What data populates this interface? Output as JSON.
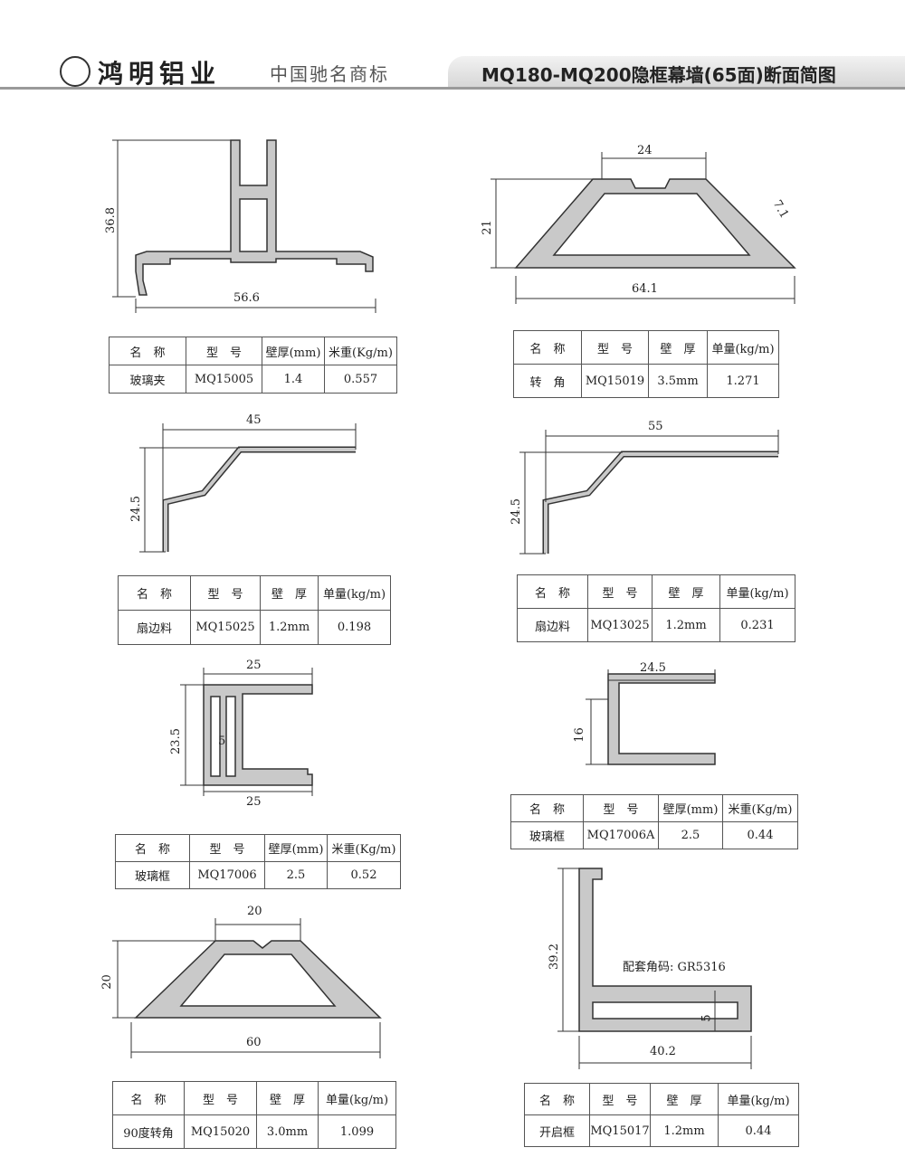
{
  "header": {
    "brand": "鸿明铝业",
    "slogan": "中国驰名商标",
    "title": "MQ180-MQ200隐框幕墙(65面)断面简图"
  },
  "profiles": [
    {
      "dims": [
        "36.8",
        "56.6"
      ],
      "table": {
        "headers": [
          "名　称",
          "型　号",
          "壁厚(mm)",
          "米重(Kg/m)"
        ],
        "row": [
          "玻璃夹",
          "MQ15005",
          "1.4",
          "0.557"
        ]
      }
    },
    {
      "dims": [
        "24",
        "21",
        "64.1",
        "7.1"
      ],
      "table": {
        "headers": [
          "名　称",
          "型　号",
          "壁　厚",
          "单量(kg/m)"
        ],
        "row": [
          "转　角",
          "MQ15019",
          "3.5mm",
          "1.271"
        ]
      }
    },
    {
      "dims": [
        "45",
        "24.5"
      ],
      "table": {
        "headers": [
          "名　称",
          "型　号",
          "壁　厚",
          "单量(kg/m)"
        ],
        "row": [
          "扇边料",
          "MQ15025",
          "1.2mm",
          "0.198"
        ]
      }
    },
    {
      "dims": [
        "55",
        "24.5"
      ],
      "table": {
        "headers": [
          "名　称",
          "型　号",
          "壁　厚",
          "单量(kg/m)"
        ],
        "row": [
          "扇边料",
          "MQ13025",
          "1.2mm",
          "0.231"
        ]
      }
    },
    {
      "dims": [
        "25",
        "23.5",
        "5",
        "25"
      ],
      "table": {
        "headers": [
          "名　称",
          "型　号",
          "壁厚(mm)",
          "米重(Kg/m)"
        ],
        "row": [
          "玻璃框",
          "MQ17006",
          "2.5",
          "0.52"
        ]
      }
    },
    {
      "dims": [
        "24.5",
        "16"
      ],
      "table": {
        "headers": [
          "名　称",
          "型　号",
          "壁厚(mm)",
          "米重(Kg/m)"
        ],
        "row": [
          "玻璃框",
          "MQ17006A",
          "2.5",
          "0.44"
        ]
      }
    },
    {
      "dims": [
        "20",
        "20",
        "60"
      ],
      "table": {
        "headers": [
          "名　称",
          "型　号",
          "壁　厚",
          "单量(kg/m)"
        ],
        "row": [
          "90度转角",
          "MQ15020",
          "3.0mm",
          "1.099"
        ]
      }
    },
    {
      "dims": [
        "39.2",
        "40.2",
        "5"
      ],
      "note": "配套角码: GR5316",
      "table": {
        "headers": [
          "名　称",
          "型　号",
          "壁　厚",
          "单量(kg/m)"
        ],
        "row": [
          "开启框",
          "MQ15017",
          "1.2mm",
          "0.44"
        ]
      }
    }
  ]
}
